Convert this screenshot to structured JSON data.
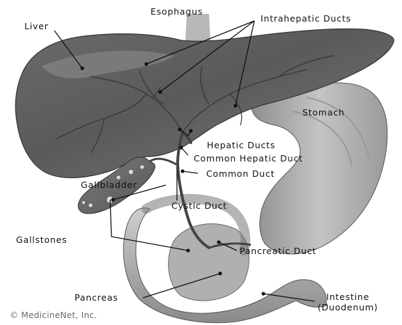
{
  "labels": {
    "esophagus": "Esophagus",
    "intrahepatic_ducts": "Intrahepatic Ducts",
    "liver": "Liver",
    "stomach": "Stomach",
    "hepatic_ducts": "Hepatic Ducts",
    "common_hepatic_duct": "Common Hepatic Duct",
    "common_duct": "Common Duct",
    "gallbladder": "Gallbladder",
    "cystic_duct": "Cystic Duct",
    "gallstones": "Gallstones",
    "pancreatic_duct": "Pancreatic Duct",
    "pancreas": "Pancreas",
    "intestine": "Intestine\n(Duodenum)"
  },
  "credit": "© MedicineNet, Inc."
}
